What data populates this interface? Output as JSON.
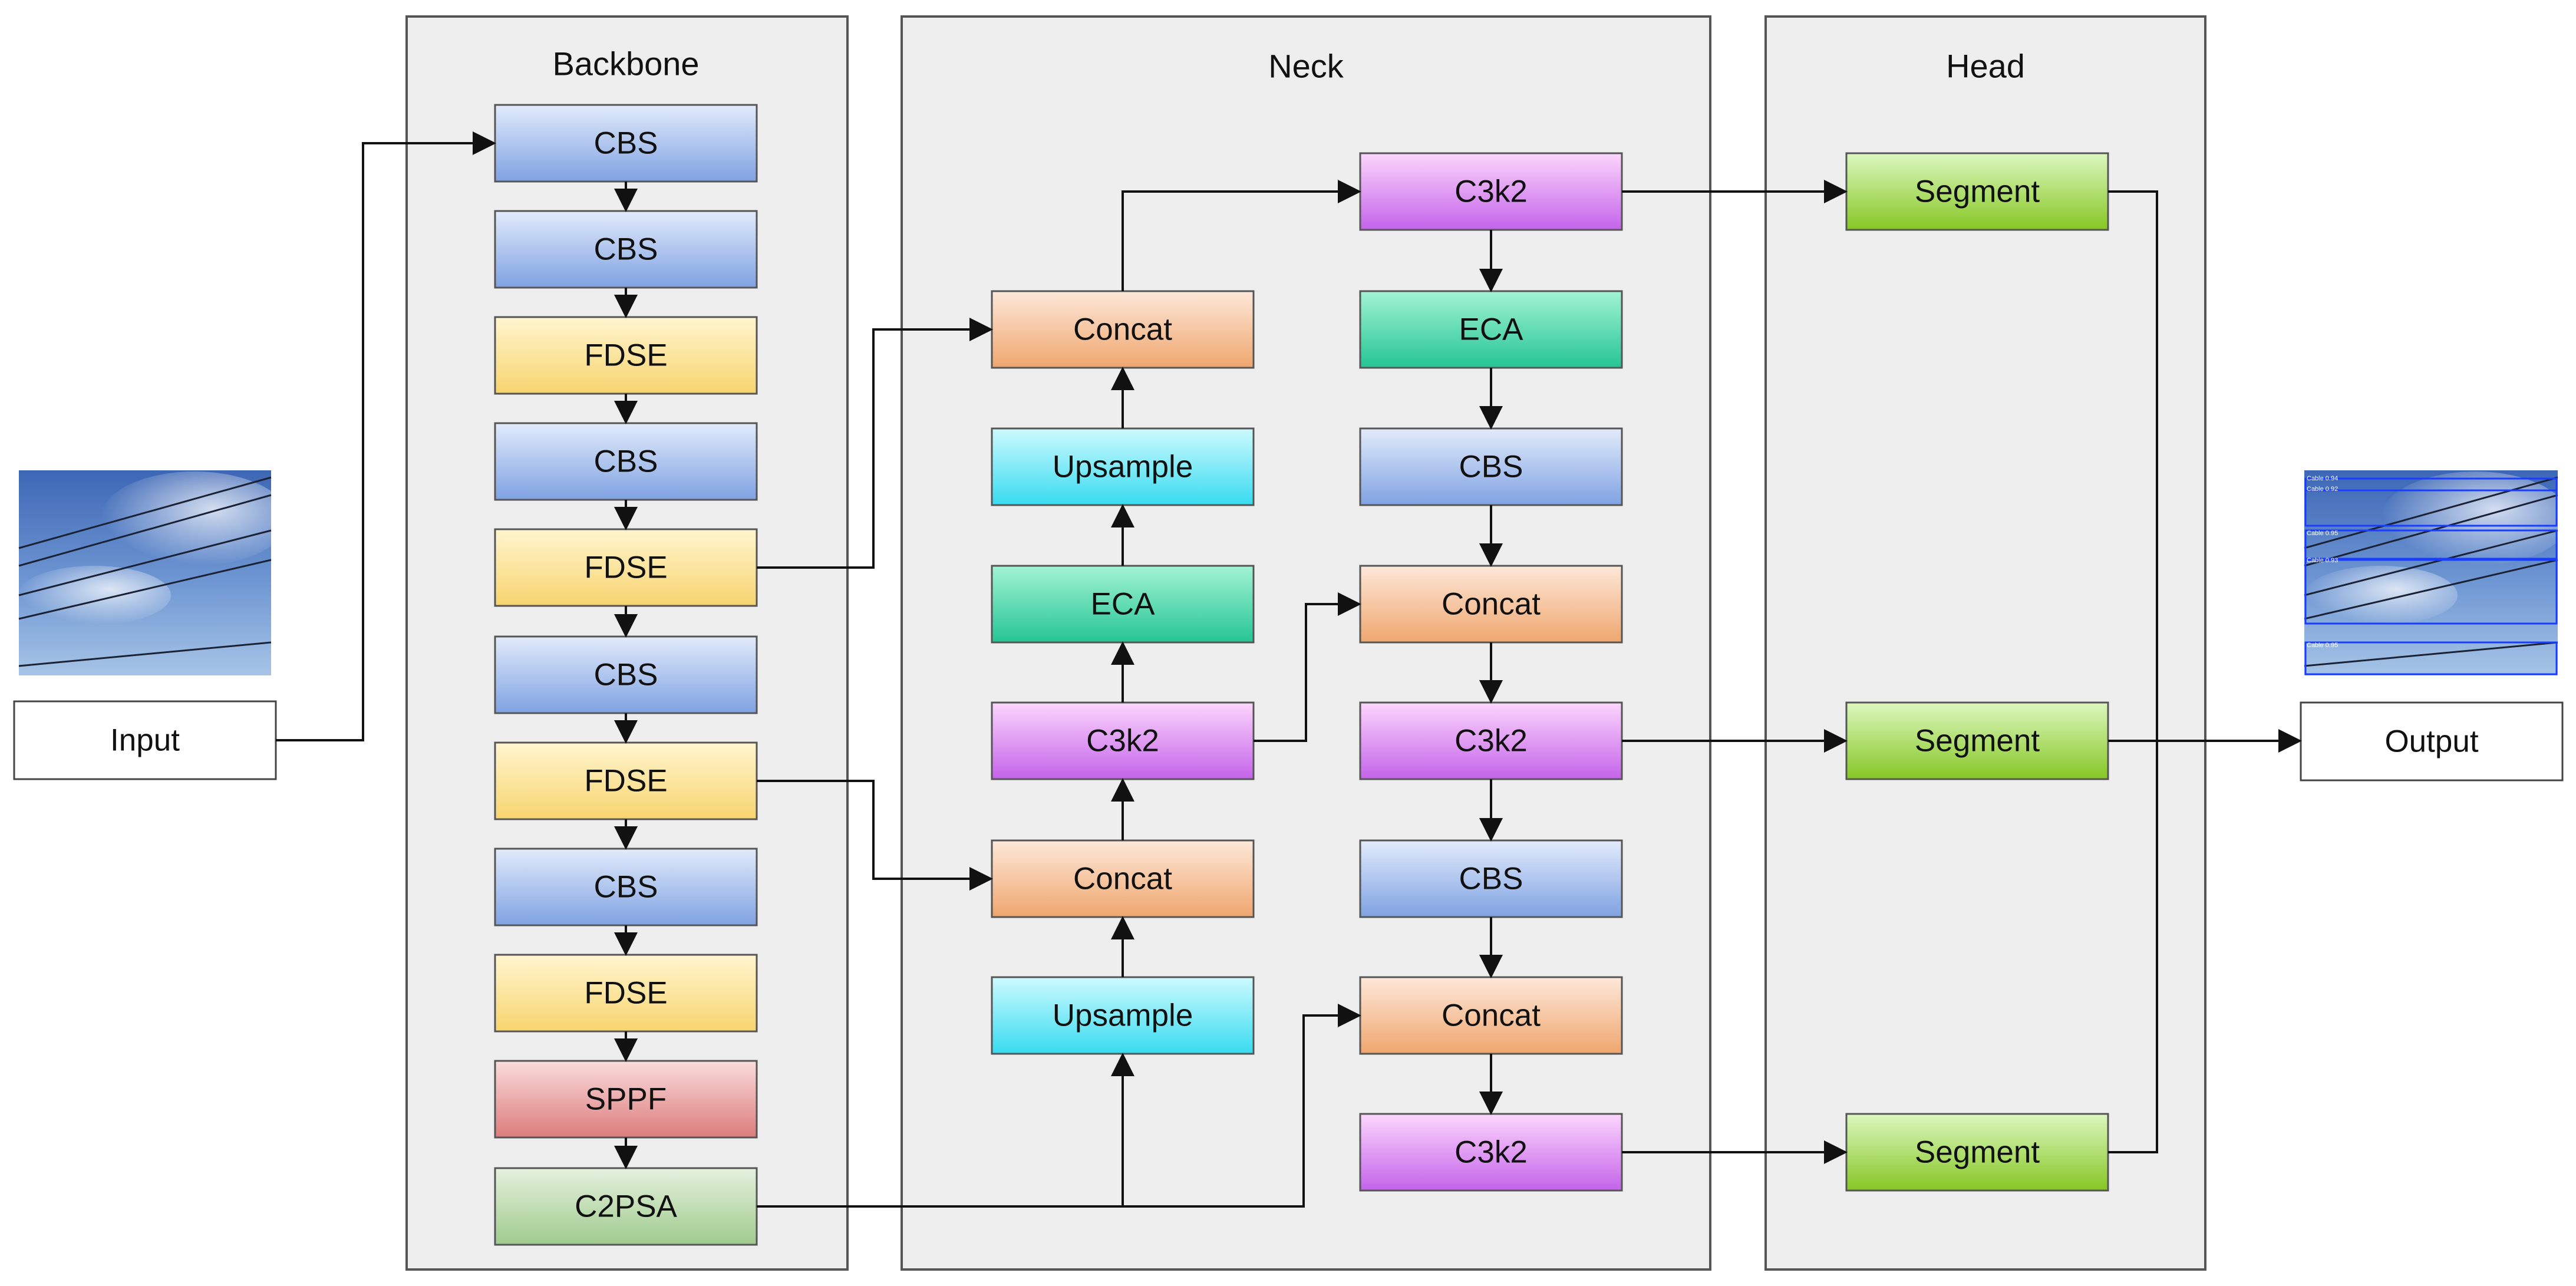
{
  "panels": {
    "backbone": "Backbone",
    "neck": "Neck",
    "head": "Head"
  },
  "io": {
    "input": "Input",
    "output": "Output"
  },
  "backbone": [
    "CBS",
    "CBS",
    "FDSE",
    "CBS",
    "FDSE",
    "CBS",
    "FDSE",
    "CBS",
    "FDSE",
    "SPPF",
    "C2PSA"
  ],
  "neck_left": [
    "Concat",
    "Upsample",
    "ECA",
    "C3k2",
    "Concat",
    "Upsample"
  ],
  "neck_right": [
    "C3k2",
    "ECA",
    "CBS",
    "Concat",
    "C3k2",
    "CBS",
    "Concat",
    "C3k2"
  ],
  "head": [
    "Segment",
    "Segment",
    "Segment"
  ],
  "detections": [
    "Cable 0.94",
    "Cable 0.92",
    "Cable 0.95",
    "Cable 0.93",
    "Cable 0.95"
  ],
  "colors": {
    "CBS": [
      "#e2ebfb",
      "#7fa2e2"
    ],
    "FDSE": [
      "#fff5cf",
      "#f7d46e"
    ],
    "SPPF": [
      "#fadcdc",
      "#dc7c7c"
    ],
    "C2PSA": [
      "#e5f1de",
      "#9fcb8d"
    ],
    "Concat": [
      "#fde8d9",
      "#efa66e"
    ],
    "Upsample": [
      "#cdfafe",
      "#38dbf0"
    ],
    "ECA": [
      "#a2f3d4",
      "#25c593"
    ],
    "C3k2": [
      "#fcd6fc",
      "#c463ea"
    ],
    "Segment": [
      "#dcf7bf",
      "#86c724"
    ],
    "panel": "#eeeeee",
    "sky_top": "#3d67b5",
    "sky_bottom": "#a6c4e6",
    "detection_box": "#1a3cff"
  }
}
